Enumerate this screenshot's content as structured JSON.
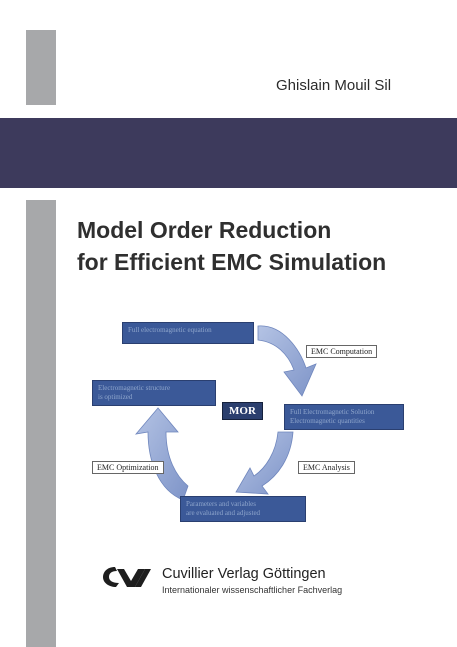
{
  "cover": {
    "author": "Ghislain Mouil Sil",
    "title_line1": "Model Order Reduction",
    "title_line2": "for Efficient EMC Simulation"
  },
  "diagram": {
    "center_label": "MOR",
    "box_top": "Full electromagnetic equation",
    "box_left_line1": "Electromagnetic structure",
    "box_left_line2": "is optimized",
    "box_right_line1": "Full Electromagnetic Solution",
    "box_right_line2": "Electromagnetic quantities",
    "box_bottom_line1": "Parameters and variables",
    "box_bottom_line2": "are evaluated and adjusted",
    "arrow_computation": "EMC Computation",
    "arrow_analysis": "EMC Analysis",
    "arrow_optimization": "EMC Optimization"
  },
  "publisher": {
    "name": "Cuvillier Verlag Göttingen",
    "tagline": "Internationaler wissenschaftlicher Fachverlag",
    "logo_icon": "cuvillier-logo-icon"
  },
  "colors": {
    "band": "#3d3a5c",
    "gray_bar": "#a7a8aa",
    "box": "#3b5998",
    "arrow": "#8fa4cf"
  }
}
